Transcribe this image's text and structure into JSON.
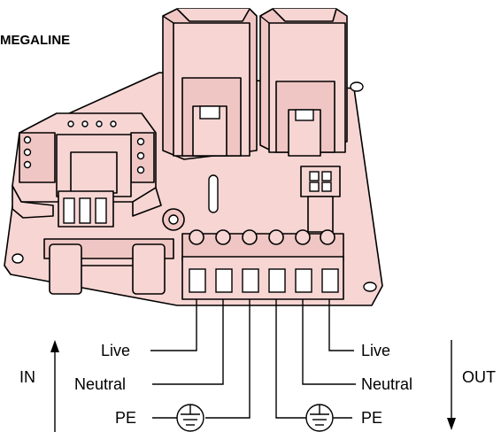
{
  "title": "MEGALINE",
  "in_label": "IN",
  "out_label": "OUT",
  "left_terminals": {
    "live": "Live",
    "neutral": "Neutral",
    "pe": "PE"
  },
  "right_terminals": {
    "live": "Live",
    "neutral": "Neutral",
    "pe": "PE"
  },
  "colors": {
    "board": "#f6d5d3",
    "board_shadow": "#efc6c3",
    "line": "#000000"
  }
}
